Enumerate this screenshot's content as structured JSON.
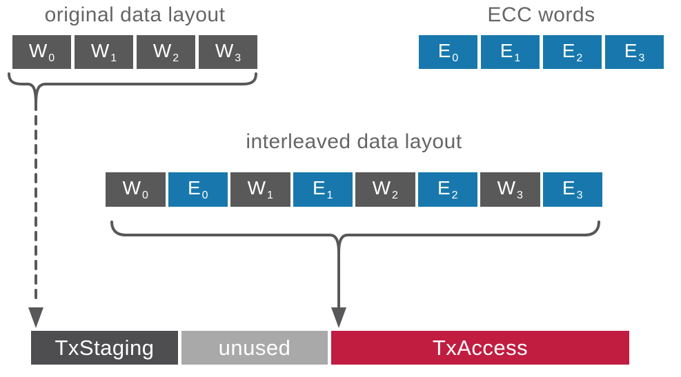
{
  "original_section": {
    "title": "original data layout",
    "cells": [
      {
        "base": "W",
        "sub": "0"
      },
      {
        "base": "W",
        "sub": "1"
      },
      {
        "base": "W",
        "sub": "2"
      },
      {
        "base": "W",
        "sub": "3"
      }
    ]
  },
  "ecc_section": {
    "title": "ECC words",
    "cells": [
      {
        "base": "E",
        "sub": "0"
      },
      {
        "base": "E",
        "sub": "1"
      },
      {
        "base": "E",
        "sub": "2"
      },
      {
        "base": "E",
        "sub": "3"
      }
    ]
  },
  "interleaved_section": {
    "title": "interleaved data layout",
    "cells": [
      {
        "base": "W",
        "sub": "0",
        "kind": "data"
      },
      {
        "base": "E",
        "sub": "0",
        "kind": "ecc"
      },
      {
        "base": "W",
        "sub": "1",
        "kind": "data"
      },
      {
        "base": "E",
        "sub": "1",
        "kind": "ecc"
      },
      {
        "base": "W",
        "sub": "2",
        "kind": "data"
      },
      {
        "base": "E",
        "sub": "2",
        "kind": "ecc"
      },
      {
        "base": "W",
        "sub": "3",
        "kind": "data"
      },
      {
        "base": "E",
        "sub": "3",
        "kind": "ecc"
      }
    ]
  },
  "memory_row": {
    "staging": "TxStaging",
    "unused": "unused",
    "access": "TxAccess"
  },
  "annotations": {
    "dashed_arrow": "original layout maps to TxStaging",
    "solid_arrow": "interleaved layout maps to TxAccess"
  },
  "colors": {
    "data_word": "#595959",
    "ecc_word": "#1878ad",
    "staging": "#4e4e50",
    "unused": "#a9a9a9",
    "access": "#c01d41",
    "annotation_gray": "#58585a",
    "title_text": "#656565",
    "cell_text": "#ffffff"
  }
}
